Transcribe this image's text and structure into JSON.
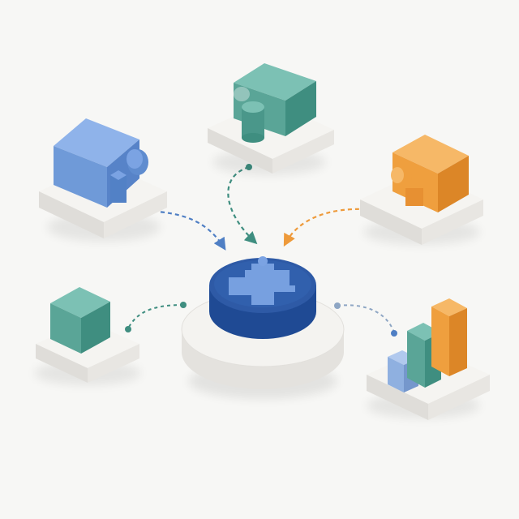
{
  "diagram": {
    "type": "hub-and-spoke",
    "hub": {
      "name": "central-integration-hub",
      "icon": "puzzle-plus-icon",
      "color": "#2e5aa6"
    },
    "nodes": [
      {
        "name": "blue-puzzle-block",
        "icon": "puzzle-piece-icon",
        "color": "#6f9ad8",
        "flow": "into-hub"
      },
      {
        "name": "teal-puzzle-block",
        "icon": "puzzle-piece-icon",
        "color": "#5aa597",
        "flow": "into-hub"
      },
      {
        "name": "orange-puzzle-block",
        "icon": "puzzle-piece-icon",
        "color": "#ef9f3e",
        "flow": "into-hub"
      },
      {
        "name": "teal-cube-block",
        "icon": "cube-icon",
        "color": "#5aa597",
        "flow": "from-hub"
      },
      {
        "name": "bar-chart-block",
        "icon": "bar-chart-icon",
        "colors": [
          "#8fb0e0",
          "#5aa597",
          "#ef9f3e"
        ],
        "flow": "from-hub"
      }
    ],
    "connector_colors": {
      "blue": "#4f7fc4",
      "teal": "#3f8e80",
      "orange": "#ee9a3a",
      "slate": "#8ea6c4"
    },
    "platform_color": "#eeece8"
  }
}
